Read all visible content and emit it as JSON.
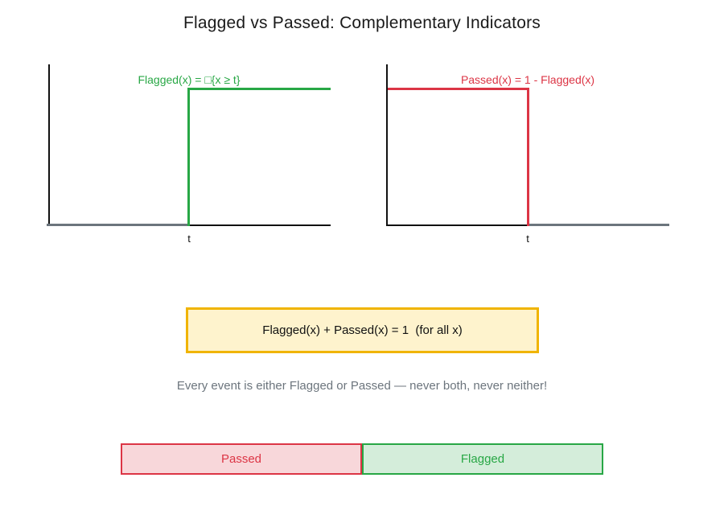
{
  "title": "Flagged vs Passed: Complementary Indicators",
  "plots": {
    "left": {
      "label": "Flagged(x) = □{x ≥ t}",
      "tick": "t"
    },
    "right": {
      "label": "Passed(x) = 1 - Flagged(x)",
      "tick": "t"
    }
  },
  "formula": {
    "text": "Flagged(x) + Passed(x) = 1  (for all x)"
  },
  "note": {
    "text": "Every event is either Flagged or Passed — never both, never neither!"
  },
  "bar": {
    "segments": [
      {
        "label": "Passed"
      },
      {
        "label": "Flagged"
      }
    ]
  },
  "colors": {
    "green": "#28a745",
    "red": "#dc3545",
    "gray_line": "#6c757d",
    "gray_text": "#6c757d",
    "axis": "#111111",
    "formula_fill": "#fef3cd",
    "formula_border": "#f0b400",
    "passed_fill": "#f8d7da",
    "flagged_fill": "#d4edda"
  },
  "chart_data": [
    {
      "type": "line",
      "subtype": "step",
      "title": "Flagged(x) = □{x ≥ t}",
      "x": [
        "x_min",
        "t",
        "t",
        "x_max"
      ],
      "y": [
        0,
        0,
        1,
        1
      ],
      "x_tick_labels": [
        "t"
      ],
      "ylim": [
        0,
        1
      ],
      "line_color": "#28a745",
      "zero_segment_color": "#6c757d",
      "label_position": "top-center",
      "grid": false
    },
    {
      "type": "line",
      "subtype": "step",
      "title": "Passed(x) = 1 - Flagged(x)",
      "x": [
        "x_min",
        "t",
        "t",
        "x_max"
      ],
      "y": [
        1,
        1,
        0,
        0
      ],
      "x_tick_labels": [
        "t"
      ],
      "ylim": [
        0,
        1
      ],
      "line_color": "#dc3545",
      "zero_segment_color": "#6c757d",
      "label_position": "top-center",
      "grid": false
    },
    {
      "type": "bar",
      "subtype": "horizontal-partition",
      "categories": [
        "Passed",
        "Flagged"
      ],
      "values": [
        0.5,
        0.5
      ],
      "colors": [
        "#f8d7da",
        "#d4edda"
      ],
      "border_colors": [
        "#dc3545",
        "#28a745"
      ]
    }
  ]
}
